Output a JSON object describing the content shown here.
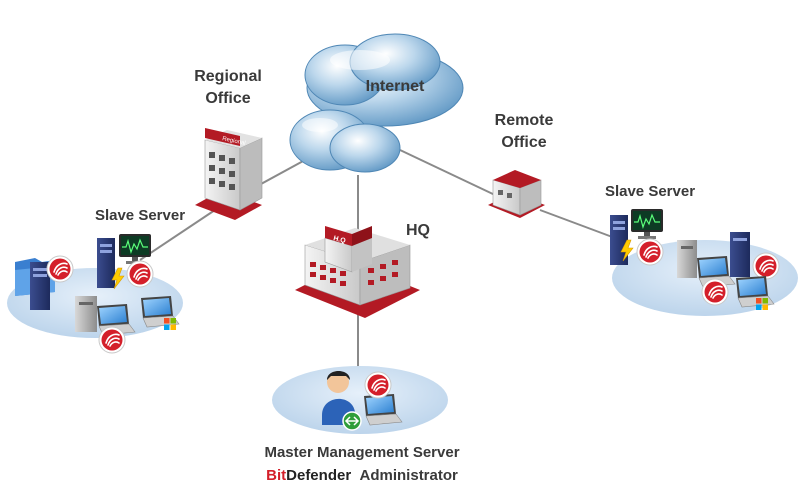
{
  "labels": {
    "internet": "Internet",
    "regional_line1": "Regional",
    "regional_line2": "Office",
    "remote_line1": "Remote",
    "remote_line2": "Office",
    "hq": "HQ",
    "slave_left": "Slave Server",
    "slave_right": "Slave Server",
    "master_line1": "Master  Management Server",
    "brand_bit": "Bit",
    "brand_defender": "Defender",
    "admin": "Administrator",
    "regional_sign": "Regional",
    "hq_sign": "H.Q"
  },
  "colors": {
    "cloud": "#7fb3d8",
    "ellipse": "#c9ddf0",
    "building_red": "#b31a24",
    "brand_red": "#d41f2a",
    "line": "#8a8a8a"
  },
  "icons": [
    "cloud",
    "office-building",
    "hq-building",
    "server-tower",
    "monitor",
    "laptop",
    "user",
    "bitdefender-badge",
    "windows-logo",
    "folder"
  ]
}
